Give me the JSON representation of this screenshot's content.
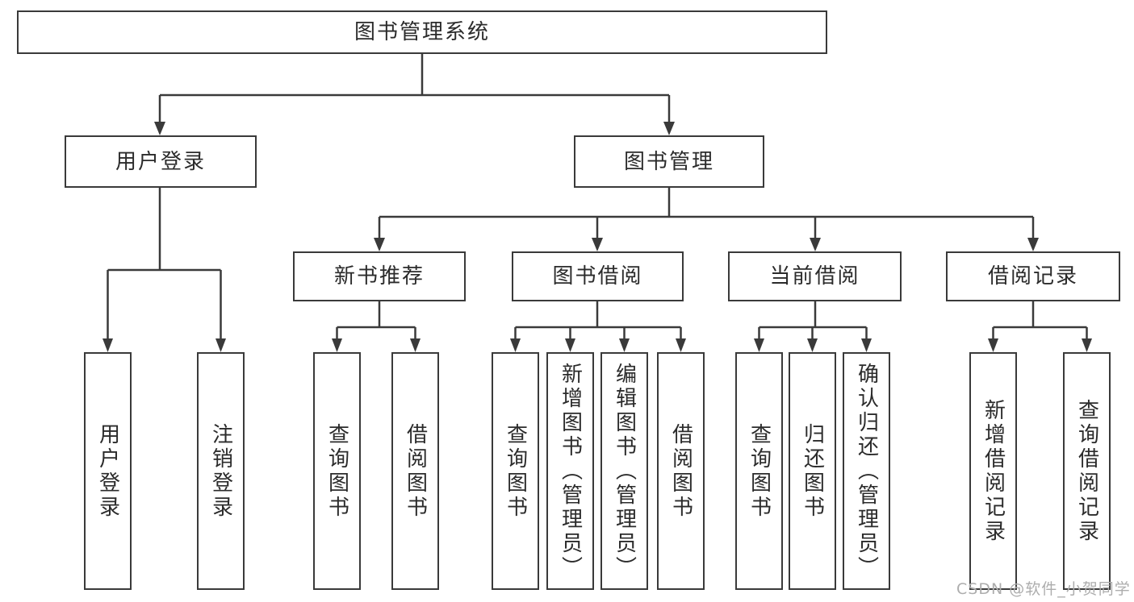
{
  "diagram": {
    "title": "图书管理系统",
    "root": {
      "label": "图书管理系统"
    },
    "branches": {
      "user_login": {
        "label": "用户登录",
        "children": [
          "用户登录",
          "注销登录"
        ]
      },
      "book_mgmt": {
        "label": "图书管理",
        "sections": {
          "new_books": {
            "label": "新书推荐",
            "children": [
              "查询图书",
              "借阅图书"
            ]
          },
          "book_borrow": {
            "label": "图书借阅",
            "children": [
              "查询图书",
              "新增图书（管理员）",
              "编辑图书（管理员）",
              "借阅图书"
            ]
          },
          "current_borrow": {
            "label": "当前借阅",
            "children": [
              "查询图书",
              "归还图书",
              "确认归还（管理员）"
            ]
          },
          "borrow_records": {
            "label": "借阅记录",
            "children": [
              "新增借阅记录",
              "查询借阅记录"
            ]
          }
        }
      }
    }
  },
  "watermark": {
    "text": "CSDN @软件_小贺同学"
  },
  "colors": {
    "line": "#3a3a3a",
    "box_border": "#3a3a3a",
    "text": "#2b2b2b",
    "watermark": "#adadad",
    "background": "#ffffff"
  }
}
